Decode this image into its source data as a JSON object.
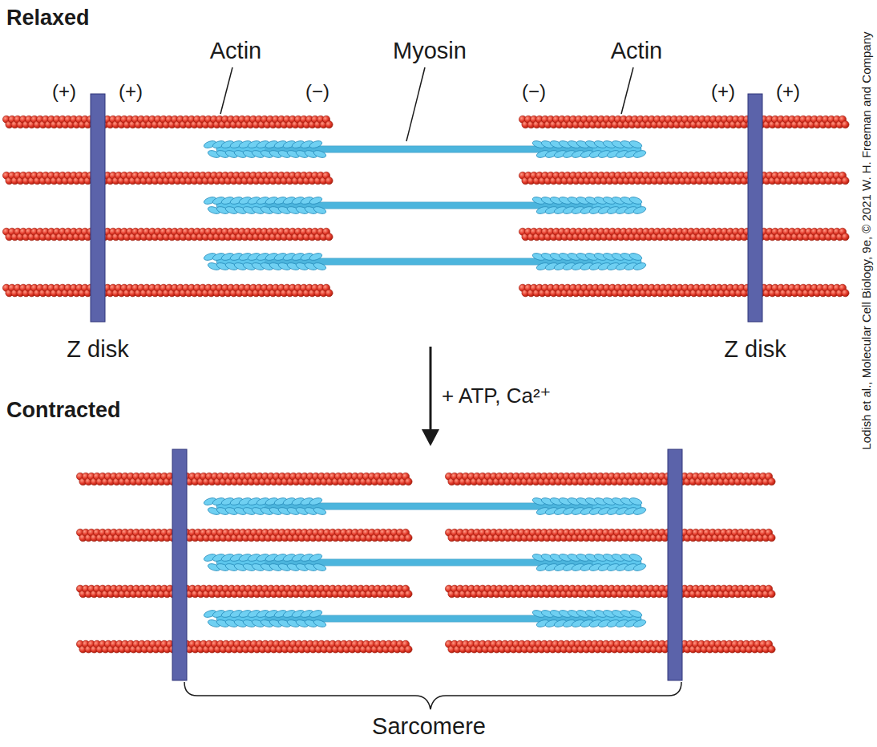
{
  "diagram": {
    "labels": [
      "Relaxed",
      "Actin",
      "(+)",
      "(+)",
      "Myosin",
      "(−)",
      "(−)",
      "Actin",
      "(+)",
      "(+)",
      "Z disk",
      "Z disk",
      "+ ATP, Ca²⁺",
      "Contracted",
      "Sarcomere",
      "Lodish et al., Molecular Cell Biology, 9e, © 2021 W. H. Freeman and Company"
    ]
  }
}
